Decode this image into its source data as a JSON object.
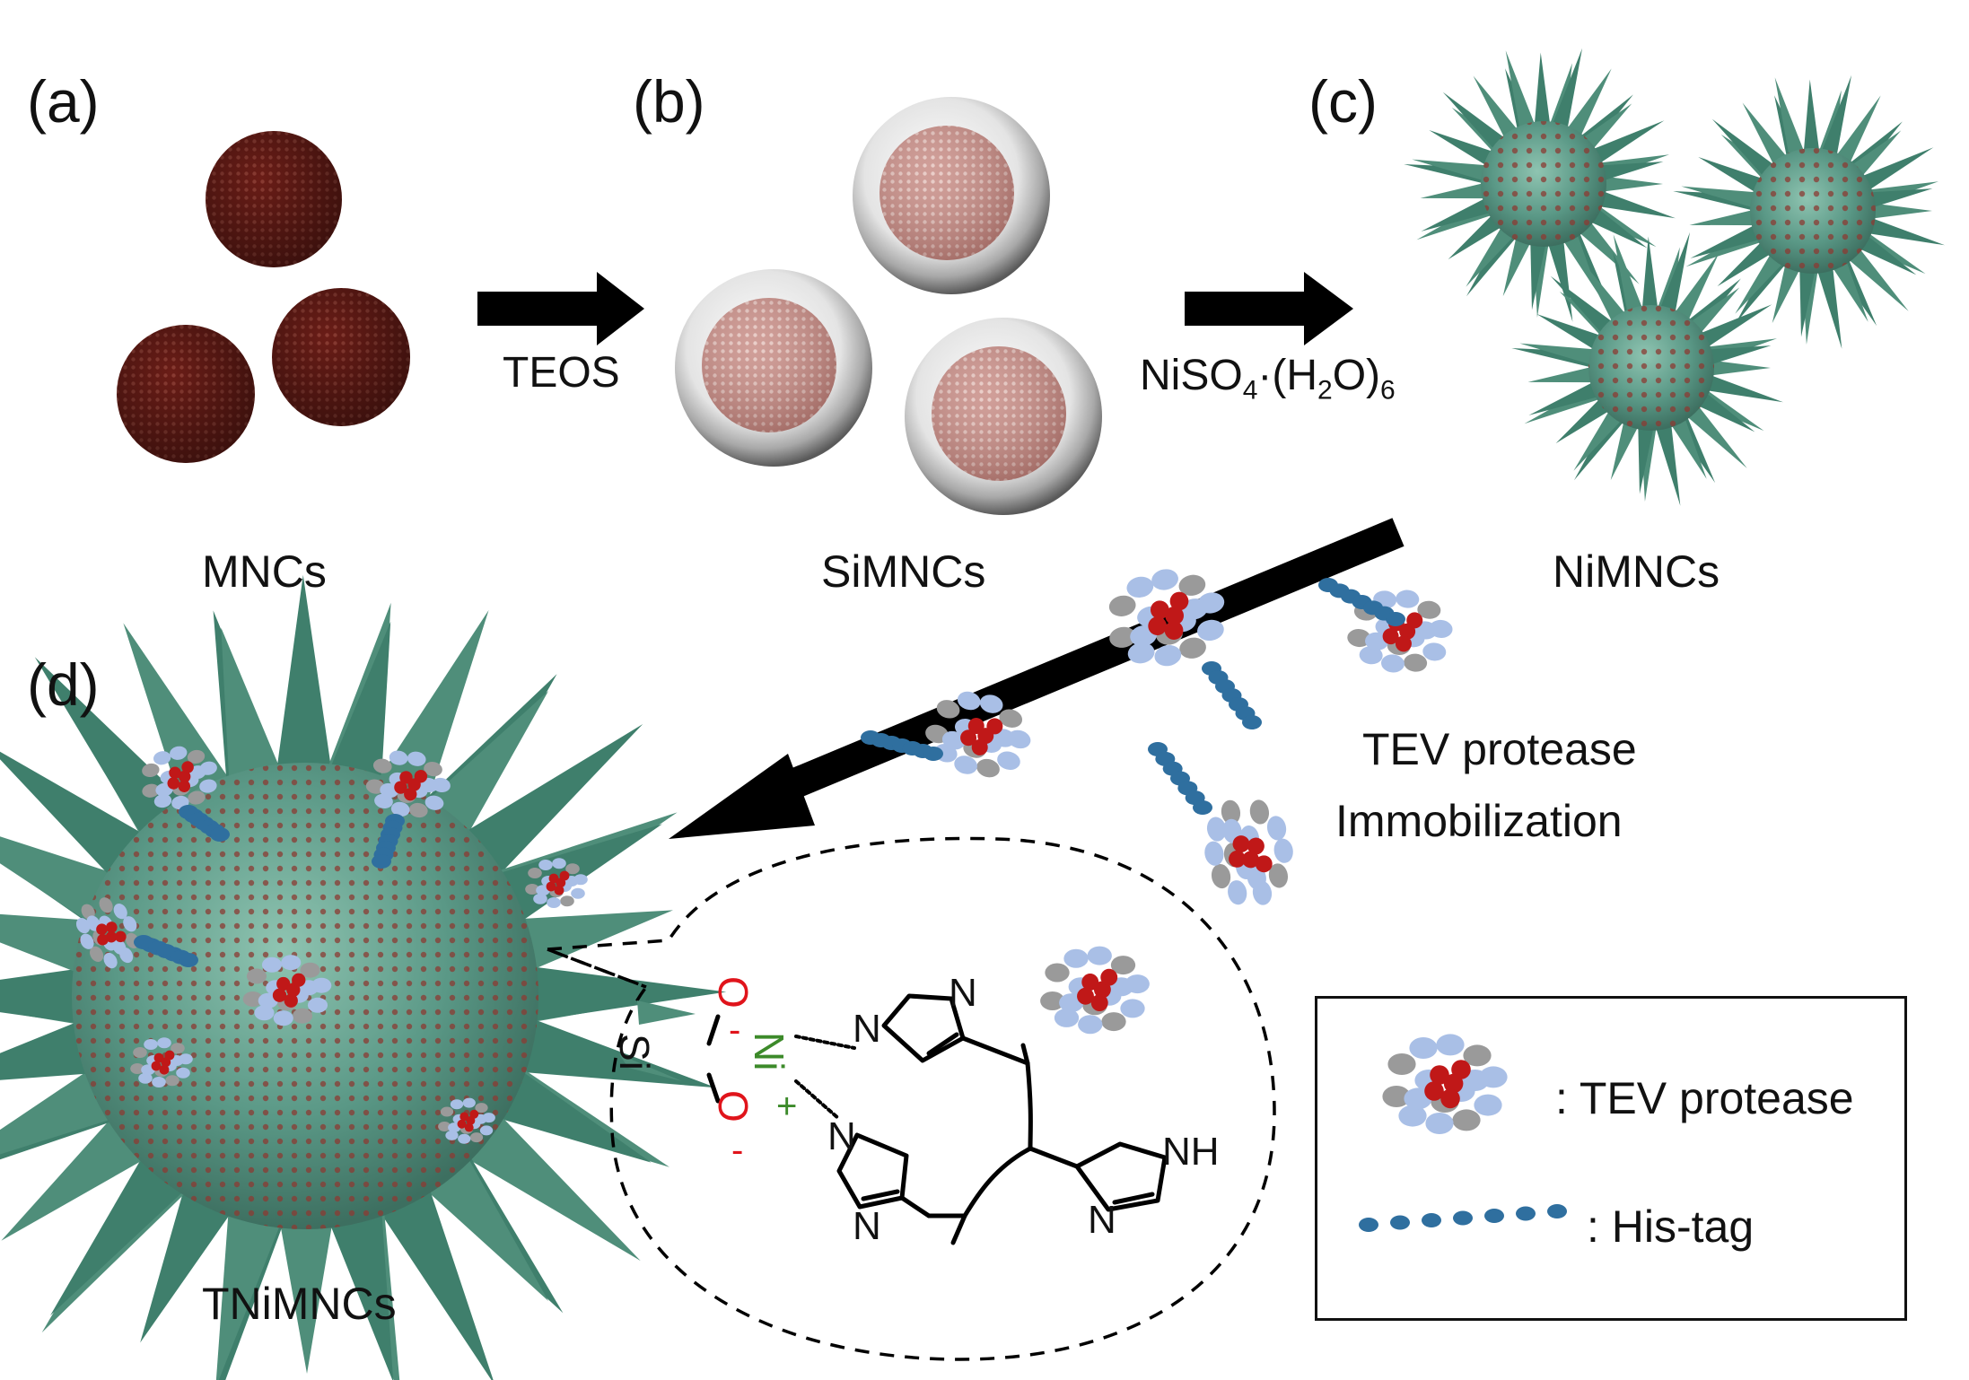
{
  "panels": {
    "a": "(a)",
    "b": "(b)",
    "c": "(c)",
    "d": "(d)"
  },
  "names": {
    "mncs": "MNCs",
    "simncs": "SiMNCs",
    "nimncs": "NiMNCs",
    "tnimncs": "TNiMNCs"
  },
  "reagents": {
    "teos": "TEOS",
    "ni_base": "NiSO",
    "ni_sub4": "4",
    "ni_mid": "·(H",
    "ni_sub2": "2",
    "ni_close": "O)",
    "ni_sub6": "6"
  },
  "step": {
    "line1": "TEV protease",
    "line2": "Immobilization"
  },
  "chemistry": {
    "si": "Si",
    "ni": "Ni",
    "plus": "+",
    "o": "O",
    "minus": "-",
    "n": "N",
    "nh": "NH"
  },
  "legend": {
    "protease": ": TEV protease",
    "histag": ": His-tag"
  },
  "colors": {
    "mnc": "#6e1f1a",
    "spike": "#4f8e7a",
    "protein_gray": "#9a9a9a",
    "protein_blue": "#a9bfe6",
    "protein_red": "#c01818",
    "histag": "#2f6f9f",
    "oxygen": "#e0141b",
    "nickel": "#3c8a2a"
  }
}
